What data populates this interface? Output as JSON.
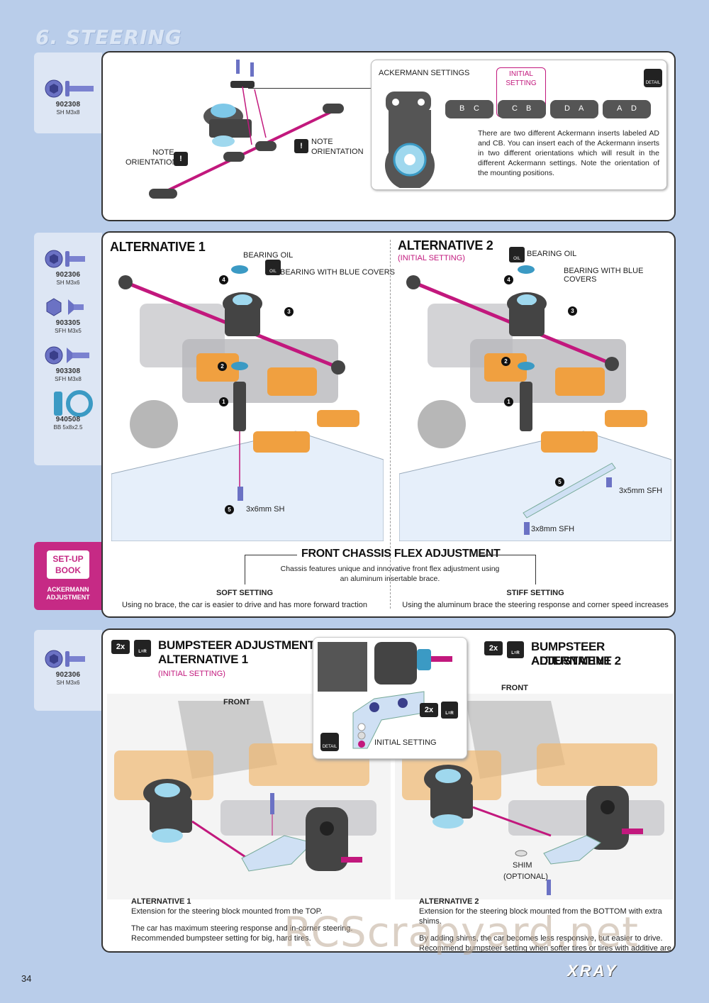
{
  "header": {
    "title": "6. STEERING"
  },
  "parts": {
    "s1": [
      {
        "code": "902308",
        "desc": "SH M3x8"
      }
    ],
    "s2": [
      {
        "code": "902306",
        "desc": "SH M3x6"
      },
      {
        "code": "903305",
        "desc": "SFH M3x5"
      },
      {
        "code": "903308",
        "desc": "SFH M3x8"
      },
      {
        "code": "940508",
        "desc": "BB 5x8x2.5"
      }
    ],
    "s3": [
      {
        "code": "902306",
        "desc": "SH M3x6"
      }
    ]
  },
  "section1": {
    "note1": "NOTE",
    "note1b": "ORIENTATION",
    "note2": "NOTE",
    "note2b": "ORIENTATION",
    "ackermann_title": "ACKERMANN SETTINGS",
    "initial": "INITIAL",
    "setting": "SETTING",
    "inserts": [
      "B",
      "C",
      "B",
      "C",
      "D",
      "A",
      "A",
      "D"
    ],
    "detail": "DETAIL",
    "text": "There are two different Ackermann inserts labeled AD and CB. You can insert each of the Ackermann inserts in two different orientations which will result in the different Ackermann settings. Note the orientation of the mounting positions."
  },
  "section2": {
    "alt1": "ALTERNATIVE 1",
    "alt2": "ALTERNATIVE 2",
    "alt2_sub": "(INITIAL SETTING)",
    "bearing_oil": "BEARING OIL",
    "bearing_covers": "BEARING WITH BLUE COVERS",
    "oil": "OIL",
    "screw1": "3x6mm SH",
    "screw2": "3x5mm SFH",
    "screw3": "3x8mm SFH",
    "flex_title": "FRONT CHASSIS FLEX ADJUSTMENT",
    "flex_text1": "Chassis features unique and innovative front flex adjustment using",
    "flex_text2": "an aluminum insertable brace.",
    "soft": "SOFT SETTING",
    "soft_text": "Using no brace, the car is easier to drive and has more forward traction",
    "stiff": "STIFF SETTING",
    "stiff_text": "Using the aluminum brace the steering response and corner speed increases",
    "nums": [
      "1",
      "2",
      "3",
      "4",
      "5"
    ]
  },
  "setup_book": {
    "line1": "SET-UP",
    "line2": "BOOK",
    "line3": "ACKERMANN",
    "line4": "ADJUSTMENT"
  },
  "section3": {
    "badge": "2x",
    "lr": "L=R",
    "title1a": "BUMPSTEER ADJUSTMENT",
    "title1b": "ALTERNATIVE 1",
    "title1_sub": "(INITIAL SETTING)",
    "title2a": "BUMPSTEER ADJUSTMENT",
    "title2b": "ALTERNATIVE 2",
    "front": "FRONT",
    "initial_setting": "INITIAL SETTING",
    "detail": "DETAIL",
    "shim": "SHIM",
    "optional": "(OPTIONAL)",
    "cap1_title": "ALTERNATIVE 1",
    "cap1_l1": "Extension for the steering block mounted from the TOP.",
    "cap1_l2": "The car has maximum steering response and in-corner steering.",
    "cap1_l3": "Recommended bumpsteer setting for big, hard tires.",
    "cap2_title": "ALTERNATIVE 2",
    "cap2_l1": "Extension for the steering block mounted from the BOTTOM with extra shims.",
    "cap2_l2": "By adding shims, the car becomes less responsive, but easier to drive.",
    "cap2_l3": "Recommend bumpsteer setting when softer tires or tires with additive are used."
  },
  "footer": {
    "page": "34",
    "brand": "XRAY",
    "watermark": "RCScrapyard.net"
  }
}
